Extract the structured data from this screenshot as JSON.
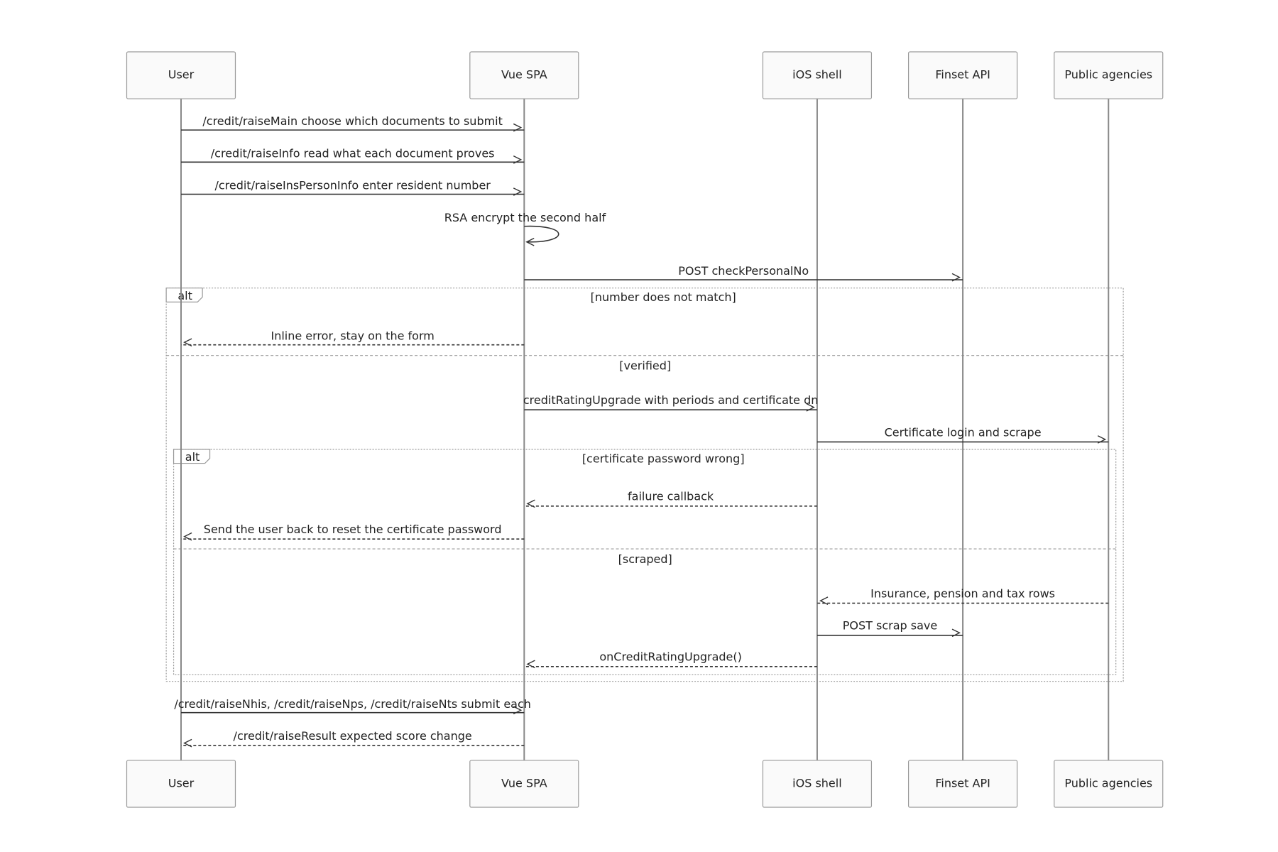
{
  "participants": [
    {
      "id": "user",
      "label": "User"
    },
    {
      "id": "vue",
      "label": "Vue SPA"
    },
    {
      "id": "ios",
      "label": "iOS shell"
    },
    {
      "id": "finset",
      "label": "Finset API"
    },
    {
      "id": "agencies",
      "label": "Public agencies"
    }
  ],
  "messages": [
    {
      "id": "m1",
      "from": "user",
      "to": "vue",
      "style": "solid",
      "text": "/credit/raiseMain choose which documents to submit"
    },
    {
      "id": "m2",
      "from": "user",
      "to": "vue",
      "style": "solid",
      "text": "/credit/raiseInfo read what each document proves"
    },
    {
      "id": "m3",
      "from": "user",
      "to": "vue",
      "style": "solid",
      "text": "/credit/raiseInsPersonInfo enter resident number"
    },
    {
      "id": "m4",
      "from": "vue",
      "to": "vue",
      "style": "self",
      "text": "RSA encrypt the second half"
    },
    {
      "id": "m5",
      "from": "vue",
      "to": "finset",
      "style": "solid",
      "text": "POST checkPersonalNo"
    },
    {
      "id": "m6",
      "from": "vue",
      "to": "user",
      "style": "dashed",
      "text": "Inline error, stay on the form"
    },
    {
      "id": "m7",
      "from": "vue",
      "to": "ios",
      "style": "solid",
      "text": "creditRatingUpgrade with periods and certificate dn"
    },
    {
      "id": "m8",
      "from": "ios",
      "to": "agencies",
      "style": "solid",
      "text": "Certificate login and scrape"
    },
    {
      "id": "m9",
      "from": "ios",
      "to": "vue",
      "style": "dashed",
      "text": "failure callback"
    },
    {
      "id": "m10",
      "from": "vue",
      "to": "user",
      "style": "dashed",
      "text": "Send the user back to reset the certificate password"
    },
    {
      "id": "m11",
      "from": "agencies",
      "to": "ios",
      "style": "dashed",
      "text": "Insurance, pension and tax rows"
    },
    {
      "id": "m12",
      "from": "ios",
      "to": "finset",
      "style": "solid",
      "text": "POST scrap save"
    },
    {
      "id": "m13",
      "from": "ios",
      "to": "vue",
      "style": "dashed",
      "text": "onCreditRatingUpgrade()"
    },
    {
      "id": "m14",
      "from": "user",
      "to": "vue",
      "style": "solid",
      "text": "/credit/raiseNhis, /credit/raiseNps, /credit/raiseNts submit each"
    },
    {
      "id": "m15",
      "from": "vue",
      "to": "user",
      "style": "dashed",
      "text": "/credit/raiseResult expected score change"
    }
  ],
  "fragments": [
    {
      "id": "outer",
      "label": "alt",
      "conditions": [
        "[number does not match]",
        "[verified]"
      ]
    },
    {
      "id": "inner",
      "label": "alt",
      "conditions": [
        "[certificate password wrong]",
        "[scraped]"
      ]
    }
  ]
}
